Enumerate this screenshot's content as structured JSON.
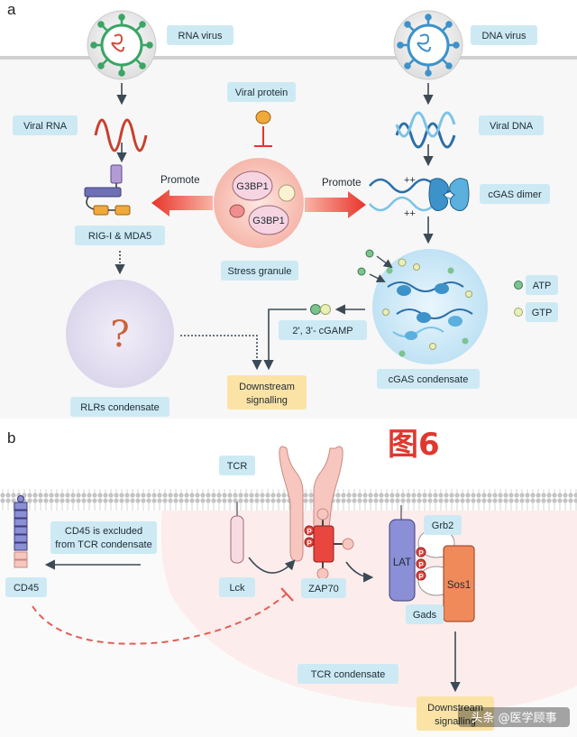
{
  "panel_a": {
    "letter": "a",
    "rna_virus": "RNA virus",
    "dna_virus": "DNA virus",
    "viral_rna": "Viral RNA",
    "viral_dna": "Viral DNA",
    "viral_protein": "Viral protein",
    "g3bp1_top": "G3BP1",
    "g3bp1_bottom": "G3BP1",
    "stress_granule": "Stress granule",
    "promote_left": "Promote",
    "promote_right": "Promote",
    "rig_mda5": "RIG-I & MDA5",
    "cgas_dimer": "cGAS dimer",
    "plus_top": "++",
    "plus_bottom": "++",
    "question_mark": "?",
    "rlrs_condensate": "RLRs condensate",
    "cgamp": "2', 3'- cGAMP",
    "atp": "ATP",
    "gtp": "GTP",
    "cgas_condensate": "cGAS condensate",
    "downstream_line1": "Downstream",
    "downstream_line2": "signalling"
  },
  "panel_b": {
    "letter": "b",
    "figure_label": "图6",
    "tcr": "TCR",
    "cd45_excluded_line1": "CD45 is excluded",
    "cd45_excluded_line2": "from TCR condensate",
    "cd45": "CD45",
    "lck": "Lck",
    "zap70": "ZAP70",
    "p": "P",
    "lat": "LAT",
    "grb2": "Grb2",
    "sos1": "Sos1",
    "gads": "Gads",
    "tcr_condensate": "TCR condensate",
    "downstream_line1": "Downstream",
    "downstream_line2": "signalling",
    "watermark": "头条 @医学顾事"
  },
  "colors": {
    "label_box": "#cdeaf4",
    "downstream_box": "#fbe3a6",
    "rna_green": "#3aa565",
    "dna_blue": "#3d92c9",
    "promote_red": "#e8342a",
    "figure_red": "#e0382f",
    "membrane": "#bdbdbd"
  }
}
